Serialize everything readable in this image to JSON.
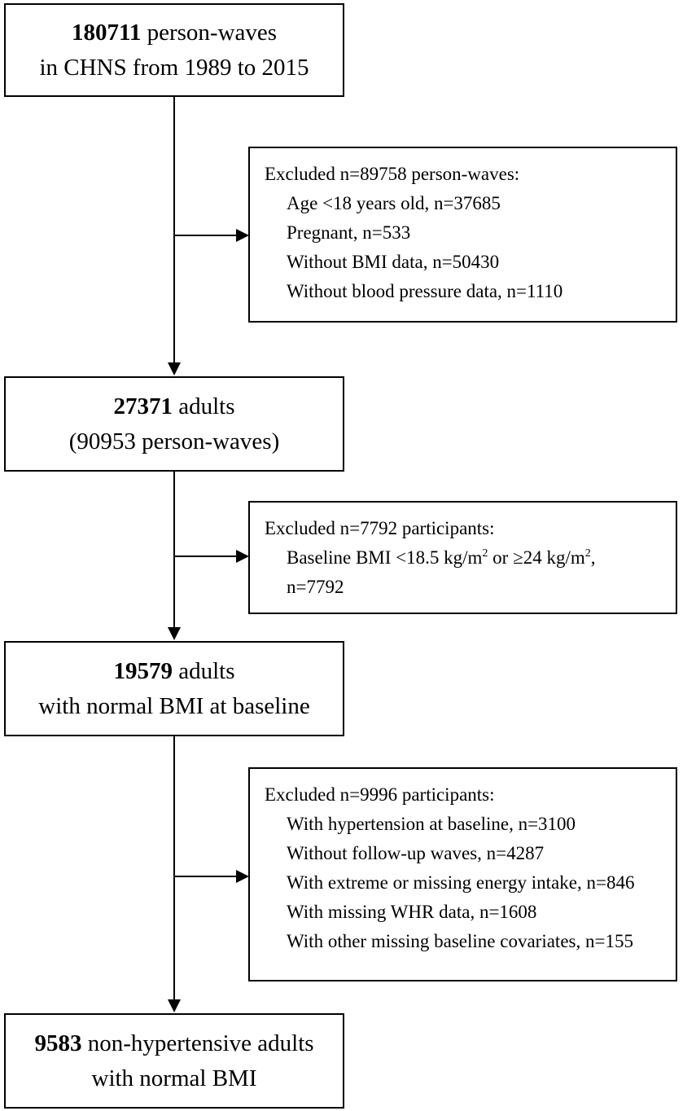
{
  "boxes": {
    "start": {
      "count": "180711",
      "line1_rest": " person-waves",
      "line2": "in CHNS from 1989 to 2015"
    },
    "exclusion1": {
      "heading": "Excluded n=89758 person-waves:",
      "items": [
        "Age <18 years old, n=37685",
        "Pregnant, n=533",
        "Without BMI data, n=50430",
        "Without blood pressure data, n=1110"
      ]
    },
    "step2": {
      "count": "27371",
      "line1_rest": " adults",
      "line2": "(90953 person-waves)"
    },
    "exclusion2": {
      "heading": "Excluded n=7792 participants:",
      "item_part1": "Baseline BMI <18.5 kg/m",
      "item_sup1": "2",
      "item_part2": " or ≥24 kg/m",
      "item_sup2": "2",
      "item_part3": ",",
      "item_line2": "n=7792"
    },
    "step3": {
      "count": "19579",
      "line1_rest": " adults",
      "line2": "with normal BMI at baseline"
    },
    "exclusion3": {
      "heading": "Excluded n=9996 participants:",
      "items": [
        "With hypertension at baseline, n=3100",
        "Without follow-up waves, n=4287",
        "With extreme or missing energy intake, n=846",
        "With missing WHR data, n=1608",
        "With other missing baseline covariates, n=155"
      ]
    },
    "final": {
      "count": "9583",
      "line1_rest": " non-hypertensive adults",
      "line2": "with normal BMI"
    }
  }
}
